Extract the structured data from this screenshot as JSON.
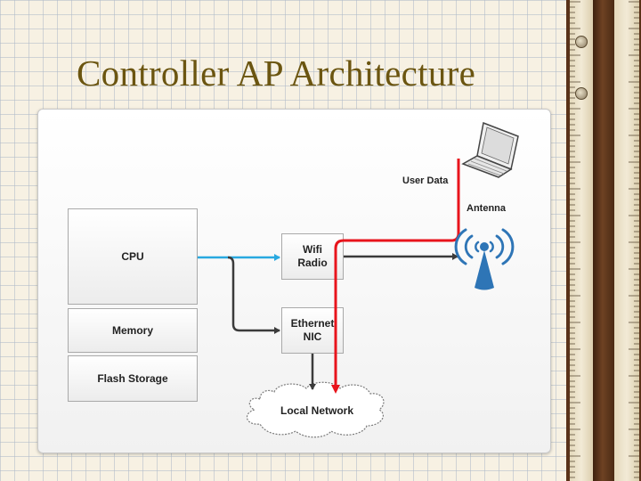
{
  "slide": {
    "title": "Controller AP Architecture"
  },
  "diagram": {
    "blocks": {
      "cpu": "CPU",
      "memory": "Memory",
      "flash": "Flash Storage",
      "wifi_line1": "Wifi",
      "wifi_line2": "Radio",
      "eth_line1": "Ethernet",
      "eth_line2": "NIC",
      "network": "Local Network"
    },
    "labels": {
      "user_data": "User Data",
      "antenna": "Antenna"
    },
    "icons": [
      "laptop-icon",
      "antenna-icon",
      "cloud-icon"
    ],
    "colors": {
      "user_data_path": "#e8141c",
      "cpu_to_radio": "#29a9e0",
      "internal_link": "#3b3b3b",
      "antenna": "#2e75b6"
    }
  }
}
